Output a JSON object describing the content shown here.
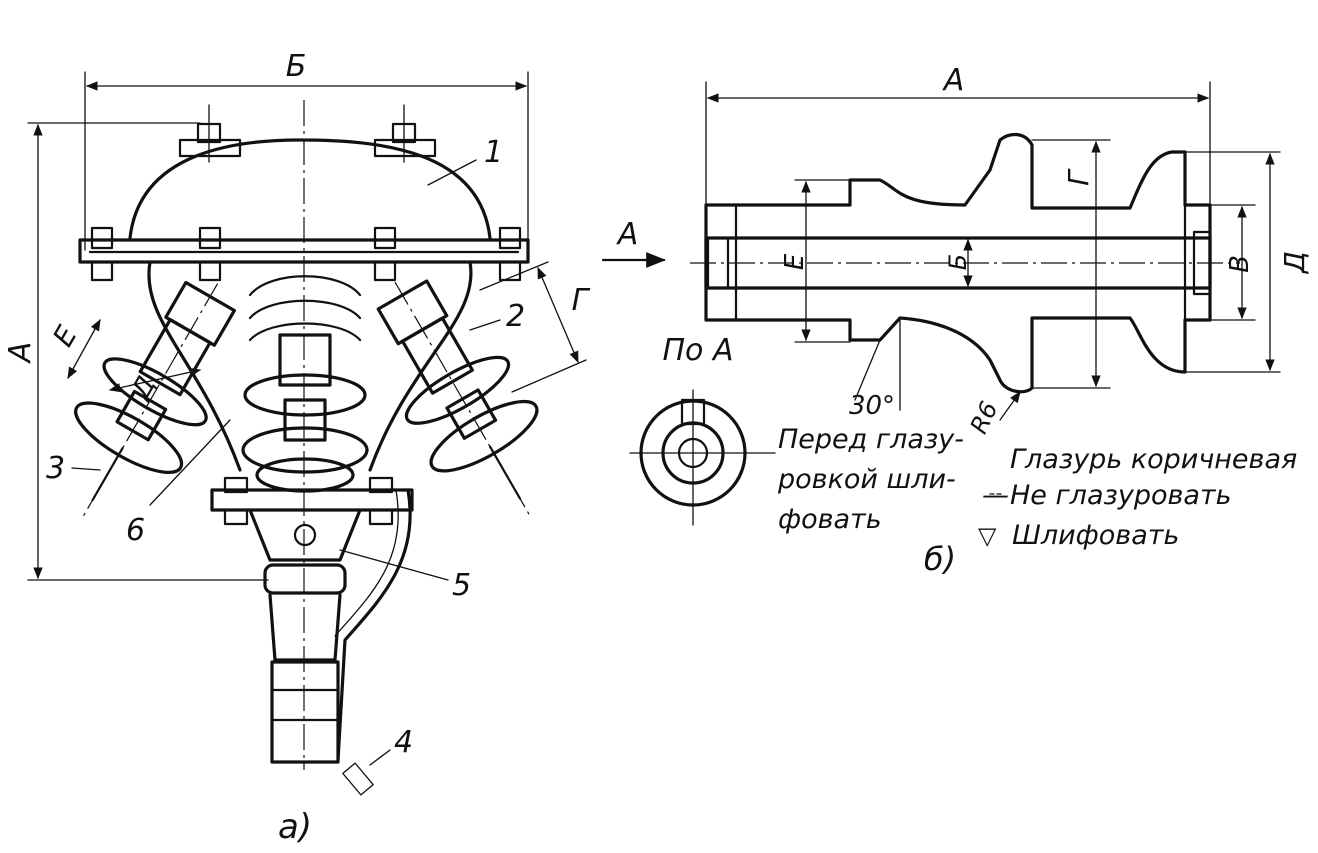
{
  "figure_a": {
    "caption": "а)",
    "dims": {
      "A": "А",
      "B": "Б",
      "G": "Г",
      "D": "Д",
      "E": "Е"
    },
    "parts": [
      "1",
      "2",
      "3",
      "4",
      "5",
      "6"
    ]
  },
  "figure_b": {
    "caption": "б)",
    "arrow_label": "А",
    "dims": {
      "A": "А",
      "B": "Б",
      "V": "В",
      "G": "Г",
      "D": "Д",
      "E": "Е"
    },
    "angle": "30°",
    "radius": "R6",
    "view_title": "По А",
    "note_lines": [
      "Перед глазу-",
      "ровкой шли-",
      "фовать"
    ],
    "legend": {
      "glaze": "Глазурь коричневая",
      "no_glaze": "Не глазуровать",
      "grind": "Шлифовать",
      "grind_symbol": "▽",
      "no_glaze_symbol": "—"
    }
  }
}
